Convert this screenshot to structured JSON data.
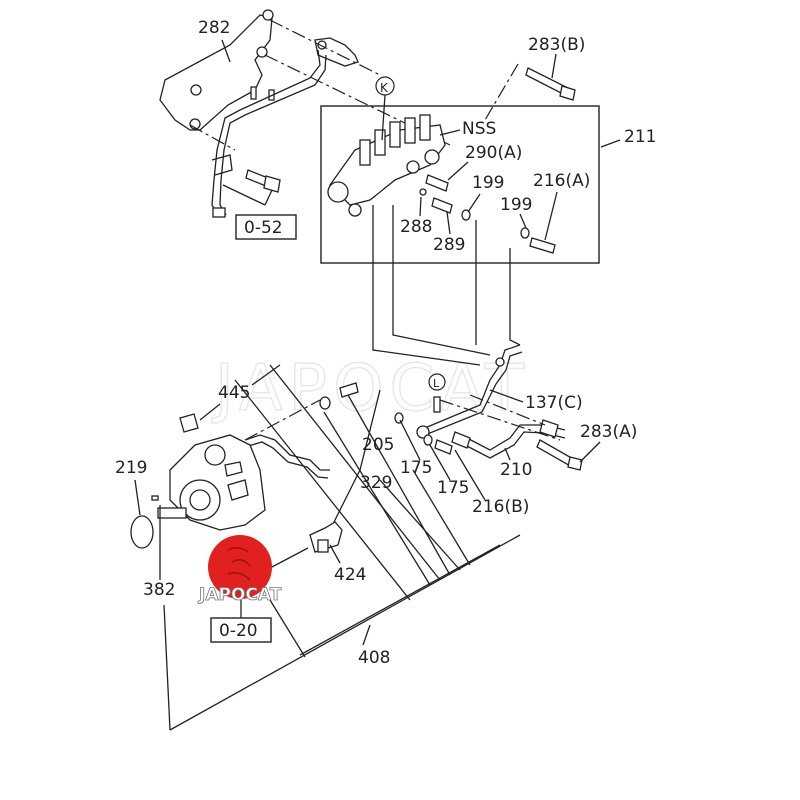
{
  "diagram": {
    "title": "Fuel injection pump and common rail parts diagram",
    "watermark": "JAPOCAT",
    "logo": {
      "text": "JAPOCAT",
      "color": "#e0211f"
    },
    "reference_boxes": [
      {
        "id": "ref-0-52",
        "label": "0-52"
      },
      {
        "id": "ref-0-20",
        "label": "0-20"
      }
    ],
    "circled_markers": [
      {
        "id": "marker-k",
        "label": "K"
      },
      {
        "id": "marker-l",
        "label": "L"
      }
    ],
    "callouts": [
      {
        "id": "282",
        "label": "282"
      },
      {
        "id": "283b",
        "label": "283(B)"
      },
      {
        "id": "nss",
        "label": "NSS"
      },
      {
        "id": "290a",
        "label": "290(A)"
      },
      {
        "id": "211",
        "label": "211"
      },
      {
        "id": "199a",
        "label": "199"
      },
      {
        "id": "199b",
        "label": "199"
      },
      {
        "id": "216a",
        "label": "216(A)"
      },
      {
        "id": "288",
        "label": "288"
      },
      {
        "id": "289",
        "label": "289"
      },
      {
        "id": "445",
        "label": "445"
      },
      {
        "id": "137c",
        "label": "137(C)"
      },
      {
        "id": "283a",
        "label": "283(A)"
      },
      {
        "id": "205",
        "label": "205"
      },
      {
        "id": "175a",
        "label": "175"
      },
      {
        "id": "175b",
        "label": "175"
      },
      {
        "id": "210",
        "label": "210"
      },
      {
        "id": "219",
        "label": "219"
      },
      {
        "id": "329",
        "label": "329"
      },
      {
        "id": "216b",
        "label": "216(B)"
      },
      {
        "id": "424",
        "label": "424"
      },
      {
        "id": "382",
        "label": "382"
      },
      {
        "id": "408",
        "label": "408"
      }
    ]
  }
}
